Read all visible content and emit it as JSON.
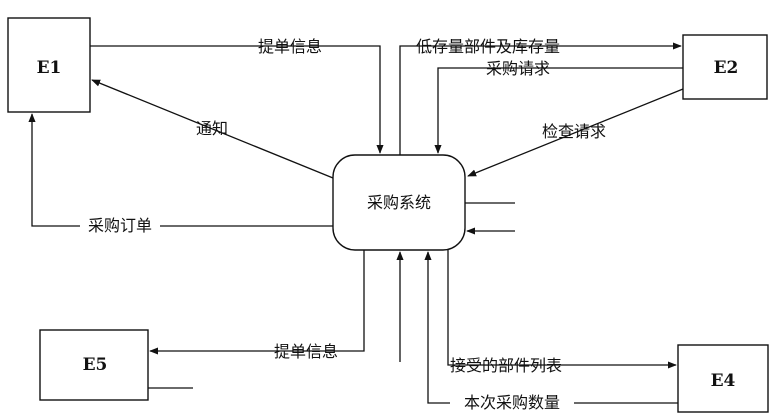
{
  "system": {
    "label": "采购系统"
  },
  "entities": {
    "e1": "E1",
    "e2": "E2",
    "e4": "E4",
    "e5": "E5"
  },
  "flows": {
    "e1_to_system": "提单信息",
    "system_to_e2": "低存量部件及库存量",
    "e2_to_system_purchase": "采购请求",
    "e2_to_system_check": "检查请求",
    "system_to_e1_notice": "通知",
    "system_to_e1_order": "采购订单",
    "system_to_e5": "提单信息",
    "system_to_e4": "接受的部件列表",
    "e4_to_system": "本次采购数量"
  },
  "colors": {
    "ink": "#111111",
    "background": "#ffffff"
  }
}
